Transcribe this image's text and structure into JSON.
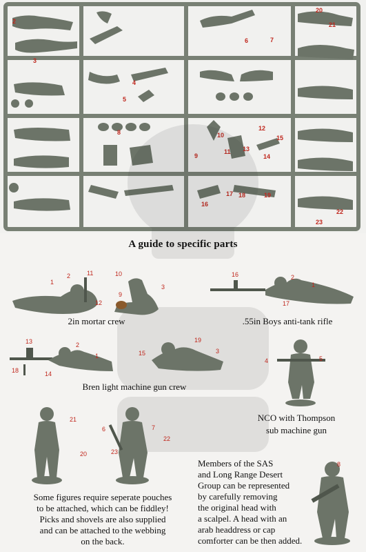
{
  "sprue": {
    "part_numbers": [
      "2",
      "3",
      "4",
      "5",
      "6",
      "7",
      "8",
      "9",
      "10",
      "11",
      "12",
      "13",
      "14",
      "15",
      "16",
      "17",
      "18",
      "19",
      "20",
      "21",
      "22",
      "23"
    ],
    "colors": {
      "plastic": "#6c7468",
      "plastic_dark": "#4f564c",
      "frame": "#788074",
      "numbers": "#c0271d"
    }
  },
  "guide_title": "A guide to specific parts",
  "figures": {
    "mortar": {
      "caption": "2in mortar crew",
      "numbers": [
        "1",
        "2",
        "11",
        "12",
        "10",
        "3",
        "9"
      ]
    },
    "boys": {
      "caption": ".55in Boys anti-tank rifle",
      "numbers": [
        "16",
        "2",
        "1",
        "17"
      ]
    },
    "bren": {
      "caption": "Bren light machine gun crew",
      "numbers": [
        "13",
        "2",
        "1",
        "18",
        "14",
        "19",
        "15",
        "3"
      ]
    },
    "nco": {
      "caption_line1": "NCO with Thompson",
      "caption_line2": "sub machine gun",
      "numbers": [
        "4",
        "5"
      ]
    },
    "pouches": {
      "numbers": [
        "21",
        "20",
        "6",
        "7",
        "22",
        "23"
      ]
    },
    "sas": {
      "numbers": [
        "8"
      ]
    }
  },
  "notes": {
    "pouches_lines": [
      "Some figures require seperate pouches",
      "to be attached, which can be fiddley!",
      "Picks and shovels are also supplied",
      "and can be attached to the webbing",
      "on the back."
    ],
    "sas_lines": [
      "Members of the SAS",
      "and Long Range Desert",
      "Group can be represented",
      "by carefully removing",
      "the original head with",
      "a scalpel. A head with an",
      "arab headdress or cap",
      "comforter can be then added."
    ]
  }
}
